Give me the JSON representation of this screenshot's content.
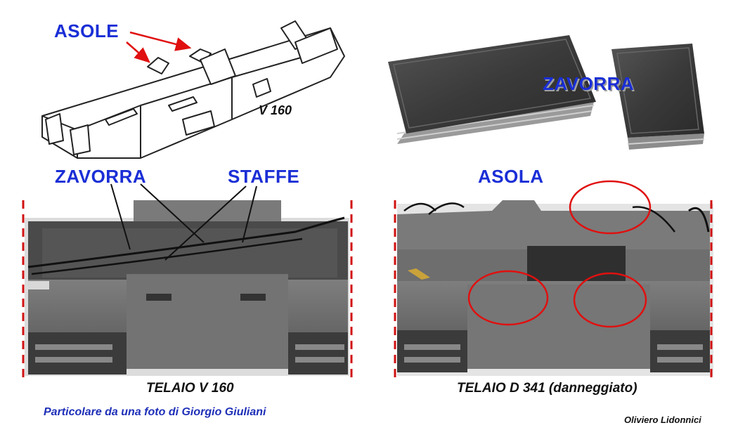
{
  "labels": {
    "asole": "ASOLE",
    "v160_drawing": "V 160",
    "zavorra_top": "ZAVORRA",
    "zavorra_bottom": "ZAVORRA",
    "staffe": "STAFFE",
    "asola": "ASOLA"
  },
  "captions": {
    "left": "TELAIO V 160",
    "right": "TELAIO D 341 (danneggiato)"
  },
  "credits": {
    "photo": "Particolare da una foto di Giorgio Giuliani",
    "author": "Oliviero Lidonnici"
  },
  "colors": {
    "label_blue": "#1a2ed6",
    "arrow_red": "#e01010",
    "frame_grey": "#707070",
    "ballast_dark": "#3a3a3a"
  }
}
